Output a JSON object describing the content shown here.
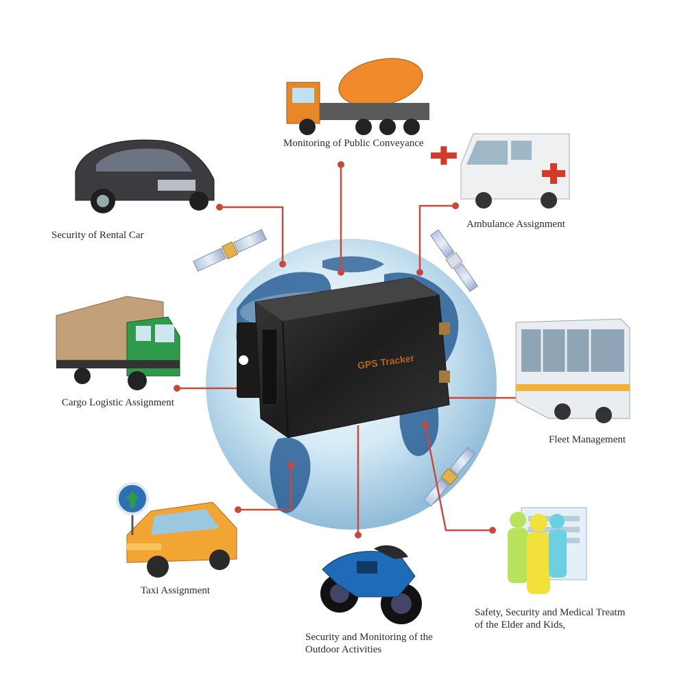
{
  "center": {
    "device_label": "GPS Tracker"
  },
  "applications": [
    {
      "id": "public-conveyance",
      "label": "Monitoring of Public Conveyance",
      "icon": "cement-mixer-truck-icon"
    },
    {
      "id": "ambulance",
      "label": "Ambulance Assignment",
      "icon": "ambulance-icon"
    },
    {
      "id": "fleet",
      "label": "Fleet Management",
      "icon": "bus-icon"
    },
    {
      "id": "elder-kids",
      "label_lines": [
        "Safety, Security and Medical Treatm",
        "of the Elder and Kids,"
      ],
      "icon": "people-building-icon"
    },
    {
      "id": "outdoor",
      "label_lines": [
        "Security and Monitoring of the",
        "Outdoor Activities"
      ],
      "icon": "motorcycle-icon"
    },
    {
      "id": "taxi",
      "label": "Taxi Assignment",
      "icon": "taxi-icon"
    },
    {
      "id": "cargo",
      "label": "Cargo Logistic Assignment",
      "icon": "cargo-truck-icon"
    },
    {
      "id": "rental-car",
      "label": "Security of Rental Car",
      "icon": "car-icon"
    }
  ],
  "colors": {
    "connector": "#c8483a",
    "globe_ocean": "#cfe6f3",
    "globe_land": "#2a5f95",
    "device_body": "#2a2a2a",
    "device_text": "#b5651d"
  }
}
